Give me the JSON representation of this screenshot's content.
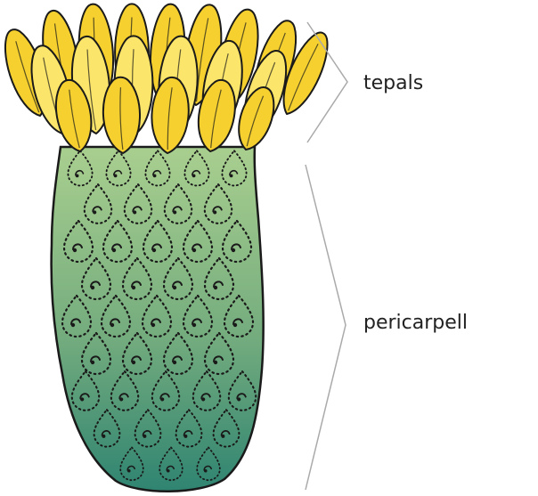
{
  "labels": {
    "tepals": "tepals",
    "pericarpell": "pericarpell"
  },
  "colors": {
    "petal_fill": "#F5D02E",
    "petal_highlight": "#FBE56A",
    "petal_outline": "#1A1A1A",
    "body_top": "#A9CF8F",
    "body_mid": "#74AC7E",
    "body_bottom": "#2F8471",
    "body_outline": "#1A1A1A",
    "scale_mark": "#1A1A1A",
    "callout_line": "#AAAAAA",
    "label_text": "#222222"
  },
  "icons": {
    "flower": "cactus-flower-illustration"
  }
}
